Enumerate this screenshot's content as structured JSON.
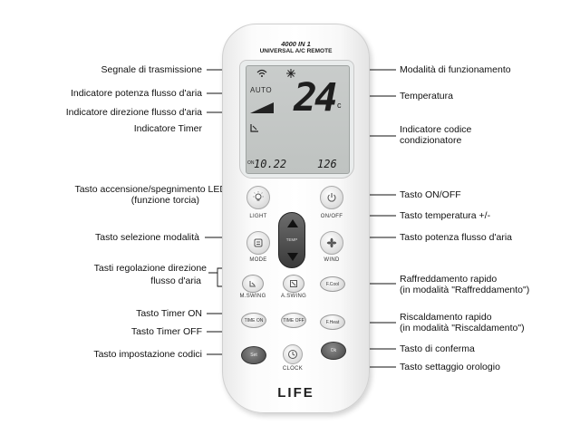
{
  "remote": {
    "model_line1": "4000 IN 1",
    "model_line2": "UNIVERSAL A/C REMOTE",
    "brand": "LIFE"
  },
  "lcd": {
    "mode_text": "AUTO",
    "temperature": "24",
    "temperature_unit": "c",
    "timer_prefix": "ON",
    "timer": "10.22",
    "code": "126"
  },
  "buttons": {
    "light": {
      "caption": "LIGHT",
      "icon": "bulb-icon"
    },
    "power": {
      "caption": "ON/OFF",
      "icon": "power-icon"
    },
    "mode": {
      "caption": "MODE",
      "icon": "mode-icon"
    },
    "wind": {
      "caption": "WIND",
      "icon": "fan-icon"
    },
    "temp_mid": "TEMP",
    "m_swing": {
      "caption": "M.SWING"
    },
    "a_swing": {
      "caption": "A.SWING"
    },
    "f_cool": "F.Cool",
    "timer_on": "TIME ON",
    "timer_off": "TIME OFF",
    "f_heat": "F.Heat",
    "set": "Set",
    "ok": "Ok",
    "clock": {
      "caption": "CLOCK"
    }
  },
  "callouts_left": {
    "segnale": "Segnale di trasmissione",
    "potenza_ind": "Indicatore potenza flusso d'aria",
    "direzione_ind": "Indicatore direzione flusso d'aria",
    "timer_ind": "Indicatore Timer",
    "led_1": "Tasto accensione/spegnimento LED",
    "led_2": "(funzione torcia)",
    "modalita": "Tasto selezione modalità",
    "swing_1": "Tasti regolazione direzione",
    "swing_2": "flusso d'aria",
    "timer_on": "Tasto Timer ON",
    "timer_off": "Tasto Timer OFF",
    "codici": "Tasto impostazione codici"
  },
  "callouts_right": {
    "modalita_funz": "Modalità di funzionamento",
    "temperatura": "Temperatura",
    "codice_1": "Indicatore codice",
    "codice_2": "condizionatore",
    "onoff": "Tasto ON/OFF",
    "temp_pm": "Tasto temperatura +/-",
    "potenza": "Tasto potenza flusso d'aria",
    "raff_1": "Raffreddamento rapido",
    "raff_2": "(in modalità \"Raffreddamento\")",
    "risc_1": "Riscaldamento rapido",
    "risc_2": "(in modalità \"Riscaldamento\")",
    "conferma": "Tasto di conferma",
    "orologio": "Tasto settaggio orologio"
  },
  "colors": {
    "lcd_bg": "#c4c8c6",
    "dark_button": "#4a4a4a",
    "line": "#111111"
  }
}
